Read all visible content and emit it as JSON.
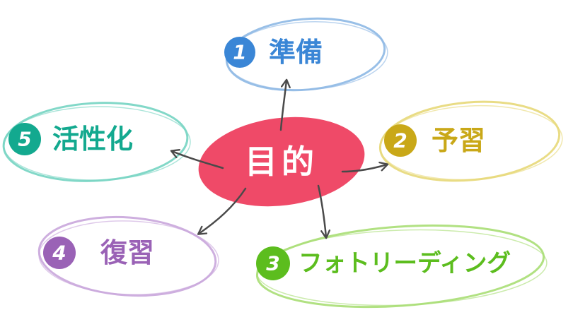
{
  "center": {
    "label": "目的",
    "color": "#ef4a68"
  },
  "nodes": [
    {
      "id": "prep",
      "number": "1",
      "label": "準備",
      "color": "#3a86d6",
      "ring": "#8db8e4"
    },
    {
      "id": "preview",
      "number": "2",
      "label": "予習",
      "color": "#c9a818",
      "ring": "#e7d878"
    },
    {
      "id": "photo",
      "number": "3",
      "label": "フォトリーディング",
      "color": "#5cbd1e",
      "ring": "#a8de74"
    },
    {
      "id": "review",
      "number": "4",
      "label": "復習",
      "color": "#9a62b6",
      "ring": "#c9a6dc"
    },
    {
      "id": "activate",
      "number": "5",
      "label": "活性化",
      "color": "#13a98f",
      "ring": "#74d4c2"
    }
  ],
  "arrow_color": "#4a4a4a"
}
